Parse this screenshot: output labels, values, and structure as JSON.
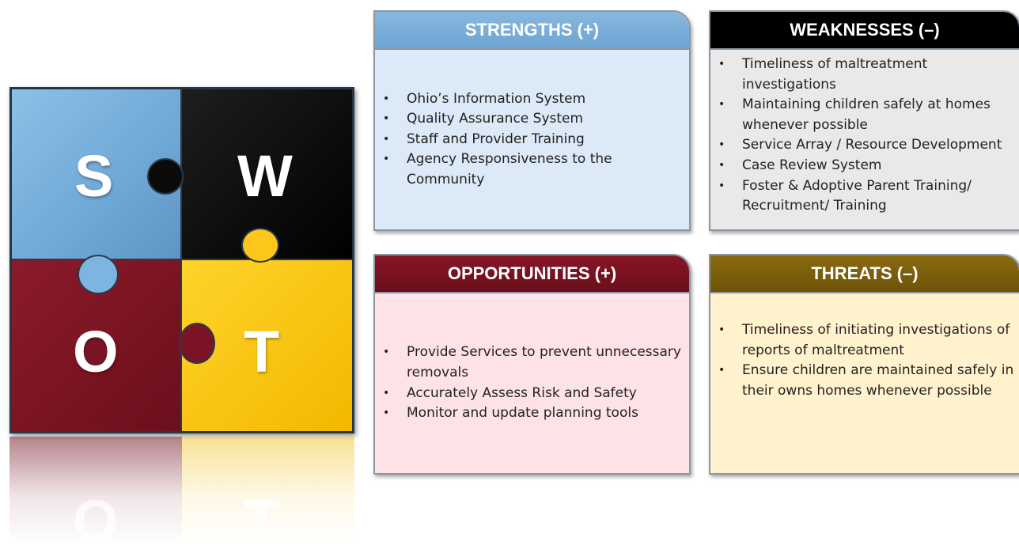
{
  "puzzle": {
    "letters": {
      "s": "S",
      "w": "W",
      "o": "O",
      "t": "T"
    },
    "colors": {
      "s": "#6fa8d6",
      "w": "#000000",
      "o": "#6b0f1c",
      "t": "#fdc61a"
    }
  },
  "strengths": {
    "title": "STRENGTHS (+)",
    "items": [
      "Ohio’s Information System",
      "Quality Assurance System",
      "Staff and Provider Training",
      "Agency Responsiveness to the Community"
    ]
  },
  "weaknesses": {
    "title": "WEAKNESSES (–)",
    "items": [
      "Timeliness of maltreatment investigations",
      "Maintaining children safely at homes whenever possible",
      "Service Array  / Resource Development",
      "Case Review System",
      "Foster & Adoptive Parent Training/ Recruitment/ Training"
    ]
  },
  "opportunities": {
    "title": "OPPORTUNITIES (+)",
    "items": [
      "Provide Services to prevent unnecessary removals",
      "Accurately Assess Risk and Safety",
      "Monitor and update planning tools"
    ]
  },
  "threats": {
    "title": "THREATS (–)",
    "items": [
      "Timeliness of initiating investigations of reports of maltreatment",
      "Ensure children are maintained safely in their owns homes whenever possible"
    ]
  }
}
